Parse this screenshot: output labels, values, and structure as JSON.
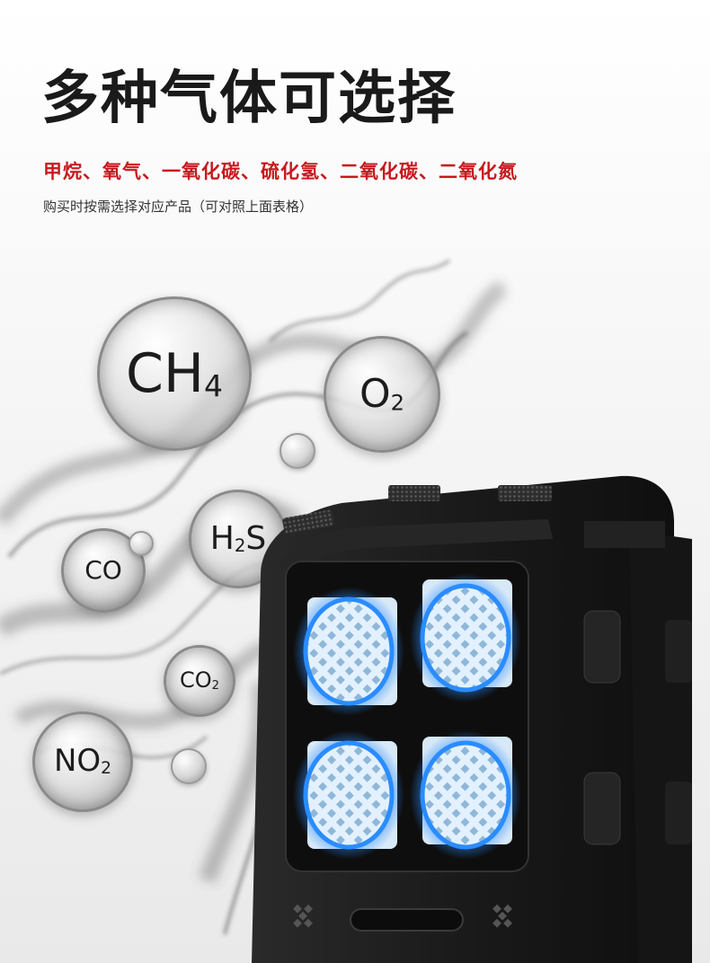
{
  "header": {
    "title": "多种气体可选择",
    "subtitle": "甲烷、氧气、一氧化碳、硫化氢、二氧化碳、二氧化氮",
    "note": "购买时按需选择对应产品（可对照上面表格）"
  },
  "gases": [
    {
      "main": "CH",
      "sub": "4"
    },
    {
      "main": "O",
      "sub": "2"
    },
    {
      "main": "H",
      "sub": "2",
      "tail": "S"
    },
    {
      "main": "CO",
      "sub": ""
    },
    {
      "main": "CO",
      "sub": "2"
    },
    {
      "main": "NO",
      "sub": "2"
    }
  ],
  "colors": {
    "title": "#1a1a1a",
    "subtitle": "#c8181e",
    "sensor_glow": "#2a8cff",
    "device_body": "#1b1b1b"
  }
}
